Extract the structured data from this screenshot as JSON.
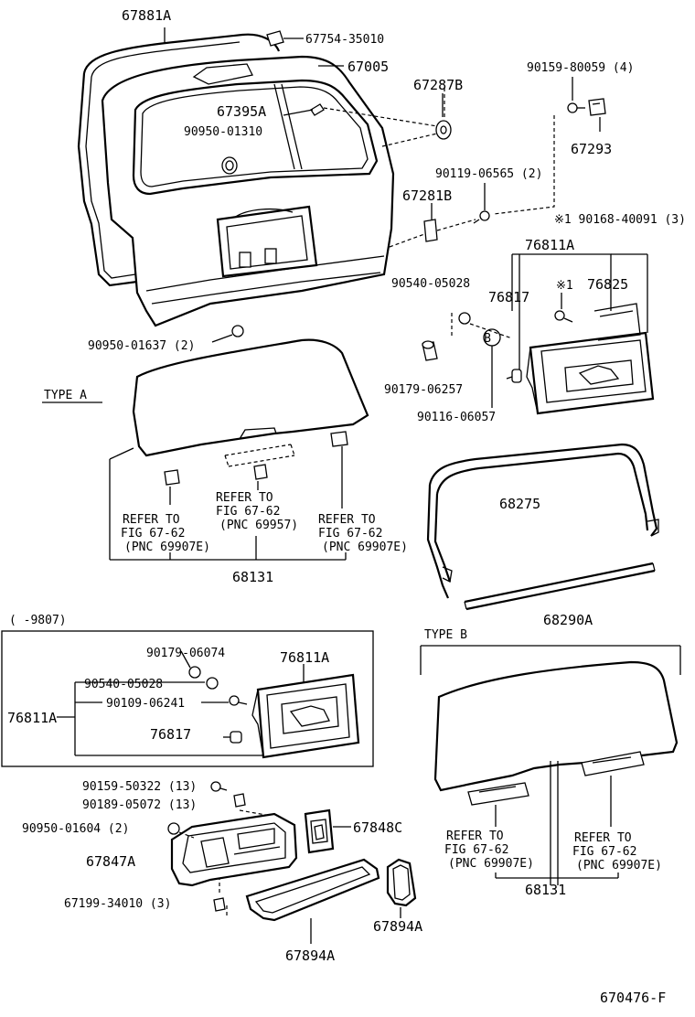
{
  "callouts": {
    "p67881A": "67881A",
    "p67754": "67754-35010",
    "p67005": "67005",
    "p67287B": "67287B",
    "p67395A": "67395A",
    "p90950_01310": "90950-01310",
    "p90159_80059": "90159-80059 (4)",
    "p67293": "67293",
    "p90119": "90119-06565 (2)",
    "p67281B": "67281B",
    "p90168": "※1 90168-40091 (3)",
    "p76811A_top": "76811A",
    "p90540_top": "90540-05028",
    "p76817_top": "76817",
    "p76825": "76825",
    "p_star1": "※1",
    "p90950_01637": "90950-01637 (2)",
    "p90179_06257": "90179-06257",
    "p90116": "90116-06057",
    "circle_b": "B",
    "p68275": "68275",
    "p68290A": "68290A",
    "p68131_a": "68131",
    "p68131_b": "68131",
    "p90179_06074": "90179-06074",
    "p76811A_box": "76811A",
    "p90540_box": "90540-05028",
    "p76811A_left": "76811A",
    "p90109": "90109-06241",
    "p76817_box": "76817",
    "p90159_50322": "90159-50322 (13)",
    "p90189": "90189-05072 (13)",
    "p90950_01604": "90950-01604 (2)",
    "p67848C": "67848C",
    "p67847A": "67847A",
    "p67199": "67199-34010 (3)",
    "p67894A_a": "67894A",
    "p67894A_b": "67894A"
  },
  "labels": {
    "type_a": "TYPE A",
    "type_b": "TYPE B",
    "date_range": "(      -9807)",
    "figure_id": "670476-F"
  },
  "refs": {
    "a_left": [
      "REFER TO",
      "FIG 67-62",
      "(PNC 69907E)"
    ],
    "a_mid": [
      "REFER TO",
      "FIG 67-62",
      "(PNC 69957)"
    ],
    "a_right": [
      "REFER TO",
      "FIG 67-62",
      "(PNC 69907E)"
    ],
    "b_left": [
      "REFER TO",
      "FIG 67-62",
      "(PNC 69907E)"
    ],
    "b_right": [
      "REFER TO",
      "FIG 67-62",
      "(PNC 69907E)"
    ]
  }
}
